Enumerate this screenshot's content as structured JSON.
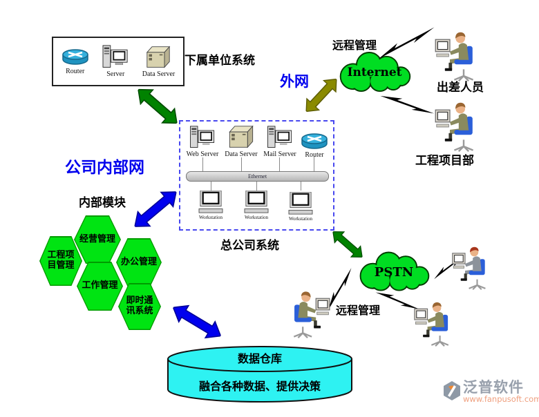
{
  "branch": {
    "title": "下属单位系统",
    "devices": [
      "Router",
      "Server",
      "Data Server"
    ]
  },
  "hq": {
    "title": "总公司系统",
    "servers": [
      "Web Server",
      "Data Server",
      "Mail Server",
      "Router"
    ],
    "bus_label": "Ethernet",
    "workstations": [
      "Workstation",
      "Workstation",
      "Workstation"
    ]
  },
  "intranet": {
    "title": "公司内部网",
    "module_header": "内部模块",
    "modules": [
      "经营管理",
      "工程项目管理",
      "办公管理",
      "工作管理",
      "即时通讯系统"
    ]
  },
  "extranet": {
    "label": "外网",
    "remote_label": "远程管理",
    "cloud_label": "Internet",
    "traveler_label": "出差人员",
    "project_label": "工程项目部"
  },
  "pstn": {
    "cloud_label": "PSTN",
    "remote_label": "远程管理"
  },
  "warehouse": {
    "title": "数据仓库",
    "desc": "融合各种数据、提供决策"
  },
  "watermark": {
    "brand": "泛普软件",
    "url": "www.fanpusoft.com"
  },
  "colors": {
    "bright_green": "#00e412",
    "arrow_green": "#008200",
    "arrow_olive": "#8a8a00",
    "arrow_blue": "#0000ee",
    "cloud_green": "#00dd22",
    "cylinder_cyan": "#2ef2f2",
    "dash_border": "#4747ef"
  }
}
